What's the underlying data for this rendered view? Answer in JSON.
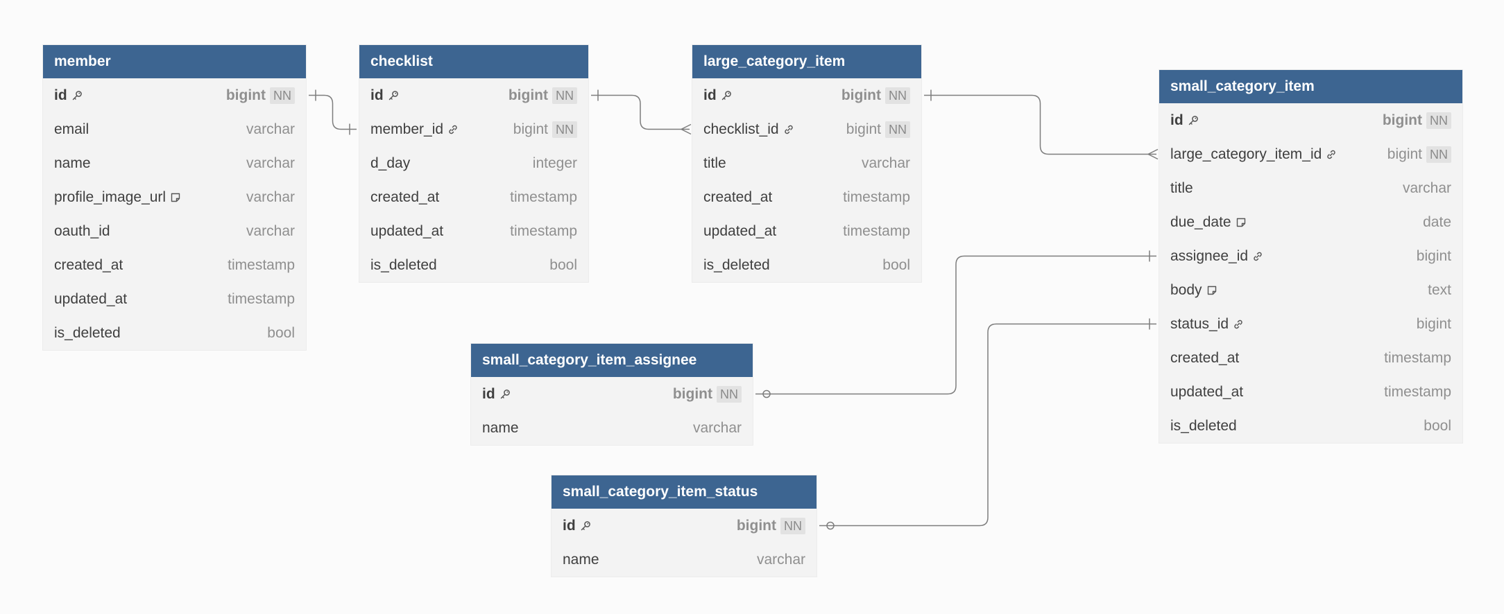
{
  "tables": [
    {
      "id": "member",
      "name": "member",
      "columns": [
        {
          "name": "id",
          "type": "bigint",
          "nn": "NN",
          "pk": true,
          "icon": "key-icon"
        },
        {
          "name": "email",
          "type": "varchar"
        },
        {
          "name": "name",
          "type": "varchar"
        },
        {
          "name": "profile_image_url",
          "type": "varchar",
          "icon": "note-icon"
        },
        {
          "name": "oauth_id",
          "type": "varchar"
        },
        {
          "name": "created_at",
          "type": "timestamp"
        },
        {
          "name": "updated_at",
          "type": "timestamp"
        },
        {
          "name": "is_deleted",
          "type": "bool"
        }
      ]
    },
    {
      "id": "checklist",
      "name": "checklist",
      "columns": [
        {
          "name": "id",
          "type": "bigint",
          "nn": "NN",
          "pk": true,
          "icon": "key-icon"
        },
        {
          "name": "member_id",
          "type": "bigint",
          "nn": "NN",
          "icon": "link-icon"
        },
        {
          "name": "d_day",
          "type": "integer"
        },
        {
          "name": "created_at",
          "type": "timestamp"
        },
        {
          "name": "updated_at",
          "type": "timestamp"
        },
        {
          "name": "is_deleted",
          "type": "bool"
        }
      ]
    },
    {
      "id": "large_category_item",
      "name": "large_category_item",
      "columns": [
        {
          "name": "id",
          "type": "bigint",
          "nn": "NN",
          "pk": true,
          "icon": "key-icon"
        },
        {
          "name": "checklist_id",
          "type": "bigint",
          "nn": "NN",
          "icon": "link-icon"
        },
        {
          "name": "title",
          "type": "varchar"
        },
        {
          "name": "created_at",
          "type": "timestamp"
        },
        {
          "name": "updated_at",
          "type": "timestamp"
        },
        {
          "name": "is_deleted",
          "type": "bool"
        }
      ]
    },
    {
      "id": "small_category_item",
      "name": "small_category_item",
      "columns": [
        {
          "name": "id",
          "type": "bigint",
          "nn": "NN",
          "pk": true,
          "icon": "key-icon"
        },
        {
          "name": "large_category_item_id",
          "type": "bigint",
          "nn": "NN",
          "icon": "link-icon"
        },
        {
          "name": "title",
          "type": "varchar"
        },
        {
          "name": "due_date",
          "type": "date",
          "icon": "note-icon"
        },
        {
          "name": "assignee_id",
          "type": "bigint",
          "icon": "link-icon"
        },
        {
          "name": "body",
          "type": "text",
          "icon": "note-icon"
        },
        {
          "name": "status_id",
          "type": "bigint",
          "icon": "link-icon"
        },
        {
          "name": "created_at",
          "type": "timestamp"
        },
        {
          "name": "updated_at",
          "type": "timestamp"
        },
        {
          "name": "is_deleted",
          "type": "bool"
        }
      ]
    },
    {
      "id": "small_category_item_assignee",
      "name": "small_category_item_assignee",
      "columns": [
        {
          "name": "id",
          "type": "bigint",
          "nn": "NN",
          "pk": true,
          "icon": "key-icon"
        },
        {
          "name": "name",
          "type": "varchar"
        }
      ]
    },
    {
      "id": "small_category_item_status",
      "name": "small_category_item_status",
      "columns": [
        {
          "name": "id",
          "type": "bigint",
          "nn": "NN",
          "pk": true,
          "icon": "key-icon"
        },
        {
          "name": "name",
          "type": "varchar"
        }
      ]
    }
  ],
  "relations": [
    {
      "from": "member.id",
      "to": "checklist.member_id",
      "from_end": "one",
      "to_end": "one"
    },
    {
      "from": "checklist.id",
      "to": "large_category_item.checklist_id",
      "from_end": "one",
      "to_end": "many"
    },
    {
      "from": "large_category_item.id",
      "to": "small_category_item.large_category_item_id",
      "from_end": "one",
      "to_end": "many"
    },
    {
      "from": "small_category_item_assignee.id",
      "to": "small_category_item.assignee_id",
      "from_end": "zero-or-one",
      "to_end": "one"
    },
    {
      "from": "small_category_item_status.id",
      "to": "small_category_item.status_id",
      "from_end": "zero-or-one",
      "to_end": "one"
    }
  ],
  "colors": {
    "header": "#3d6591",
    "body": "#f3f3f3",
    "line": "#7d7d7d"
  }
}
